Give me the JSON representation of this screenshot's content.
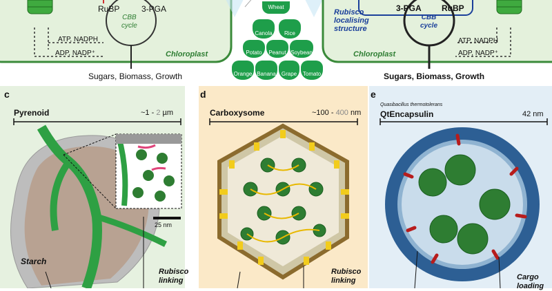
{
  "top": {
    "left": {
      "rubp": "RuBP",
      "pga": "3-PGA",
      "cycle": "CBB\ncycle",
      "atp": "ATP, NADPH",
      "adp": "ADP, NADP⁺",
      "chloroplast": "Chloroplast",
      "output": "Sugars, Biomass, Growth"
    },
    "crops": [
      "Wheat",
      "Canola",
      "Rice",
      "Potato",
      "Peanut",
      "Soybean",
      "Orange",
      "Banana",
      "Grape",
      "Tomato"
    ],
    "right": {
      "structure": "Rubisco\nlocalising\nstructure",
      "pga": "3-PGA",
      "rubp": "RuBP",
      "cycle": "CBB\ncycle",
      "atp": "ATP, NADPH",
      "adp": "ADP, NADP⁺",
      "chloroplast": "Chloroplast",
      "output": "Sugars, Biomass, Growth"
    }
  },
  "panels": {
    "c": {
      "letter": "c",
      "title": "Pyrenoid",
      "size_main": "~1 - ",
      "size_accent": "2",
      "size_unit": " µm",
      "scalebar": "25 nm",
      "starch": "Starch",
      "linking": "Rubisco\nlinking"
    },
    "d": {
      "letter": "d",
      "title": "Carboxysome",
      "size_main": "~100 - ",
      "size_accent": "400",
      "size_unit": " nm",
      "linking": "Rubisco\nlinking"
    },
    "e": {
      "letter": "e",
      "species": "Quasibacillus thermotolerans",
      "title": "QtEncapsulin",
      "size": "42 nm",
      "cargo": "Cargo\nloading"
    }
  },
  "colors": {
    "chloroplast_fill": "#e4f1dc",
    "chloroplast_border": "#3a8a3a",
    "crop_green": "#1e9e4a",
    "panel_c_bg": "#e6f1e0",
    "panel_d_bg": "#fbe9c8",
    "panel_e_bg": "#e3eef6",
    "accent_grey": "#888888"
  }
}
